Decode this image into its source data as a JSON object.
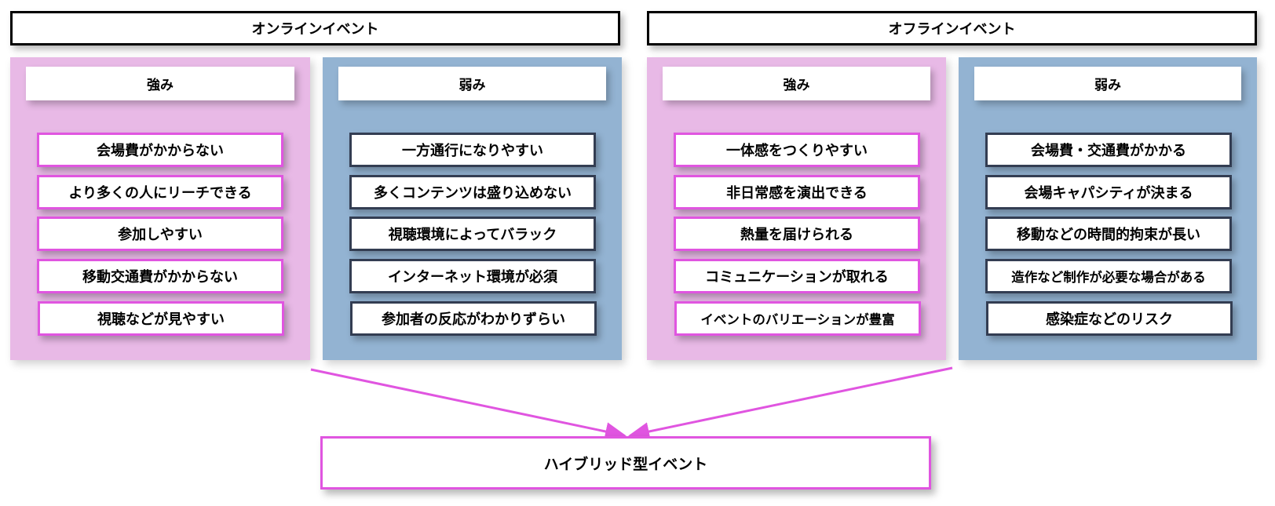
{
  "colors": {
    "strength_panel": "#e8b9e6",
    "weakness_panel": "#93b3d2",
    "strength_border": "#e055e0",
    "weakness_border": "#333d52",
    "arrow": "#e055e0"
  },
  "online": {
    "title": "オンラインイベント",
    "strengths": {
      "heading": "強み",
      "items": [
        "会場費がかからない",
        "より多くの人にリーチできる",
        "参加しやすい",
        "移動交通費がかからない",
        "視聴などが見やすい"
      ]
    },
    "weaknesses": {
      "heading": "弱み",
      "items": [
        "一方通行になりやすい",
        "多くコンテンツは盛り込めない",
        "視聴環境によってバラック",
        "インターネット環境が必須",
        "参加者の反応がわかりずらい"
      ]
    }
  },
  "offline": {
    "title": "オフラインイベント",
    "strengths": {
      "heading": "強み",
      "items": [
        "一体感をつくりやすい",
        "非日常感を演出できる",
        "熱量を届けられる",
        "コミュニケーションが取れる",
        "イベントのバリエーションが豊富"
      ]
    },
    "weaknesses": {
      "heading": "弱み",
      "items": [
        "会場費・交通費がかかる",
        "会場キャパシティが決まる",
        "移動などの時間的拘束が長い",
        "造作など制作が必要な場合がある",
        "感染症などのリスク"
      ]
    }
  },
  "result": {
    "label": "ハイブリッド型イベント"
  }
}
